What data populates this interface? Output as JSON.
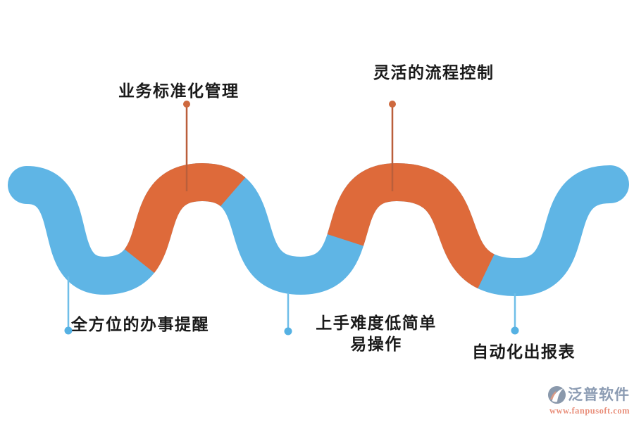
{
  "colors": {
    "wave_blue": "#5FB5E5",
    "wave_orange": "#DE6A3A",
    "connector_orange_line": "#BA5F3B",
    "connector_orange_dot": "#CE693E",
    "connector_blue_line": "#6FBEE8",
    "connector_blue_dot": "#55B1E3",
    "label_text": "#1A1A1A",
    "logo_text": "#8C9CB3",
    "logo_url_text": "#E9907C",
    "logo_icon_base": "#8A99AC",
    "logo_icon_accent": "#D99A85"
  },
  "labels": {
    "standardization": "业务标准化管理",
    "flow_control": "灵活的流程控制",
    "reminders": "全方位的办事提醒",
    "easy_line1": "上手难度低简单",
    "easy_line2": "易操作",
    "reports": "自动化出报表"
  },
  "logo": {
    "brand": "泛普软件",
    "website": "www.fanpusoft.com"
  }
}
